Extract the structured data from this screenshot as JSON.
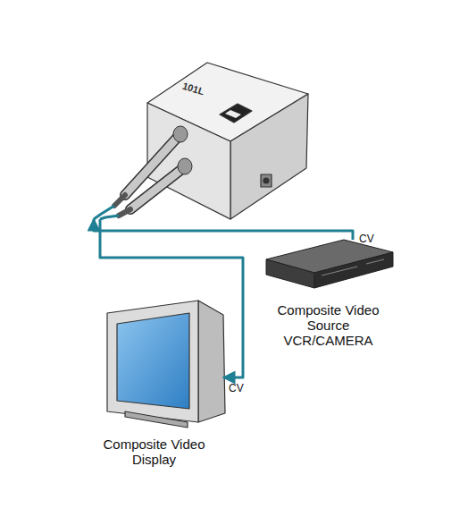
{
  "diagram": {
    "nodes": [
      {
        "text": [
          "101L"
        ]
      },
      {
        "text": [
          "Composite Video Source VCR/CAMERA"
        ]
      },
      {
        "text": [
          "Composite Video Display"
        ]
      }
    ],
    "edges": [
      {
        "from": 1,
        "to": 0,
        "arrow": "to"
      },
      {
        "from": 0,
        "to": 2,
        "arrow": "to"
      }
    ],
    "labels": [
      "CV",
      "CV"
    ]
  }
}
